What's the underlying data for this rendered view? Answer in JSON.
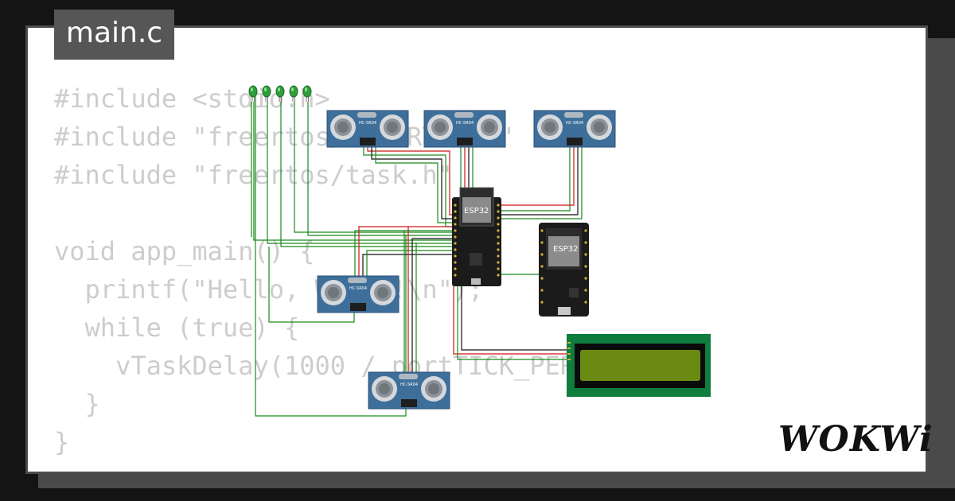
{
  "file_tab": {
    "label": "main.c"
  },
  "code_lines": [
    "#include <stdio.h>",
    "#include \"freertos/FreeRTOS.h\"",
    "#include \"freertos/task.h\"",
    "",
    "void app_main() {",
    "  printf(\"Hello, Wokwi!\\n\");",
    "  while (true) {",
    "    vTaskDelay(1000 / portTICK_PERIOD_MS);",
    "  }",
    "}"
  ],
  "components": {
    "sensor_label": "HC-SR04",
    "board_label": "ESP32",
    "led_color": "#2e9e3a"
  },
  "colors": {
    "wire_green": "#1a8a1a",
    "wire_red": "#d01515",
    "wire_black": "#111111",
    "sensor_blue": "#3e6f9a",
    "lcd_green": "#0e7d3e",
    "lcd_screen": "#6b8a12"
  },
  "brand": {
    "logo_text": "WOKWi"
  }
}
